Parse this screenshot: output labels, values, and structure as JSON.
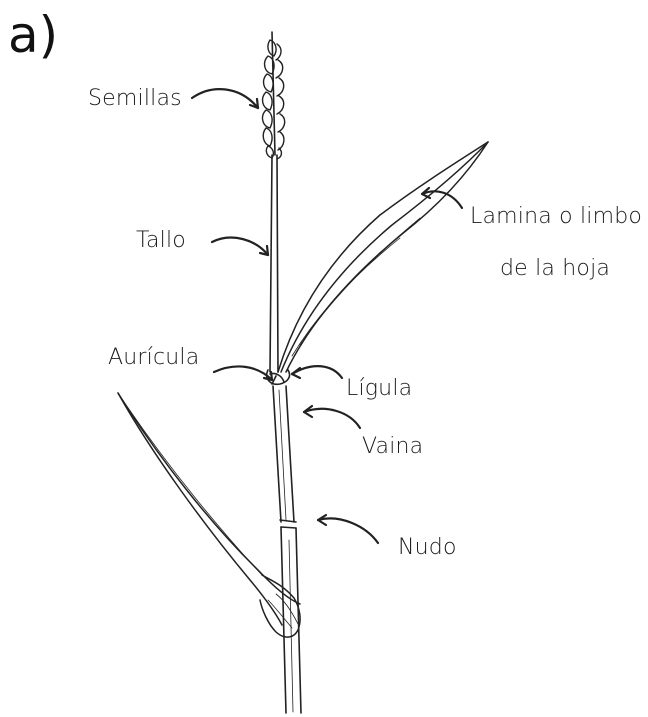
{
  "panel_label": "a)",
  "labels": {
    "semillas": "Semillas",
    "tallo": "Tallo",
    "lamina_line1": "Lamina o limbo",
    "lamina_line2": "de la hoja",
    "auricula": "Aurícula",
    "ligula": "Lígula",
    "vaina": "Vaina",
    "nudo": "Nudo"
  }
}
